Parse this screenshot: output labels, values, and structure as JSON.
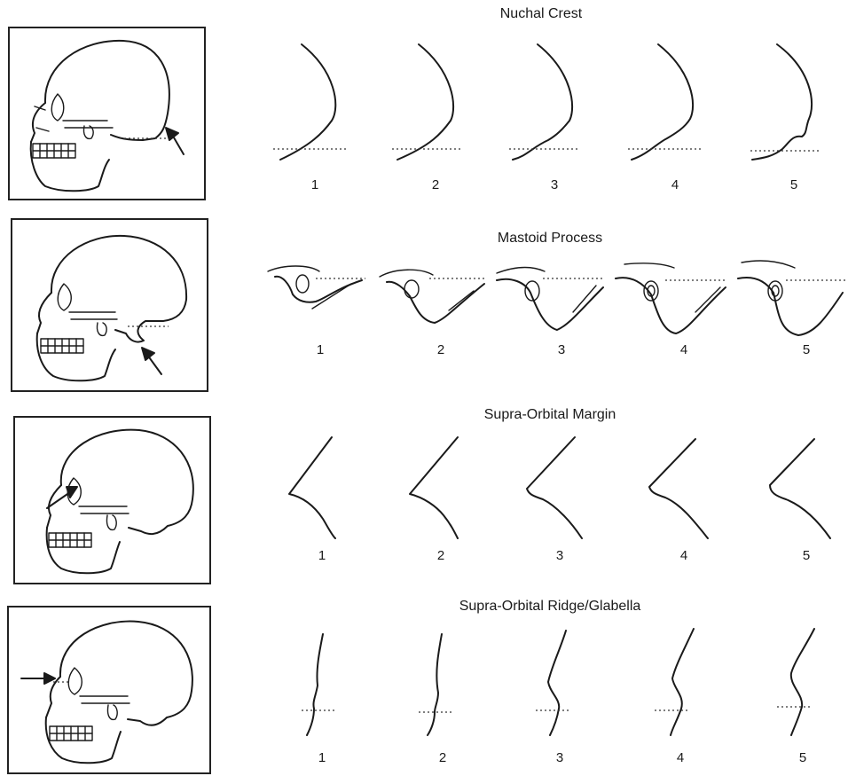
{
  "panels": [
    {
      "title": "Nuchal Crest",
      "stages": [
        "1",
        "2",
        "3",
        "4",
        "5"
      ]
    },
    {
      "title": "Mastoid Process",
      "stages": [
        "1",
        "2",
        "3",
        "4",
        "5"
      ]
    },
    {
      "title": "Supra-Orbital Margin",
      "stages": [
        "1",
        "2",
        "3",
        "4",
        "5"
      ]
    },
    {
      "title": "Supra-Orbital Ridge/Glabella",
      "stages": [
        "1",
        "2",
        "3",
        "4",
        "5"
      ]
    }
  ]
}
